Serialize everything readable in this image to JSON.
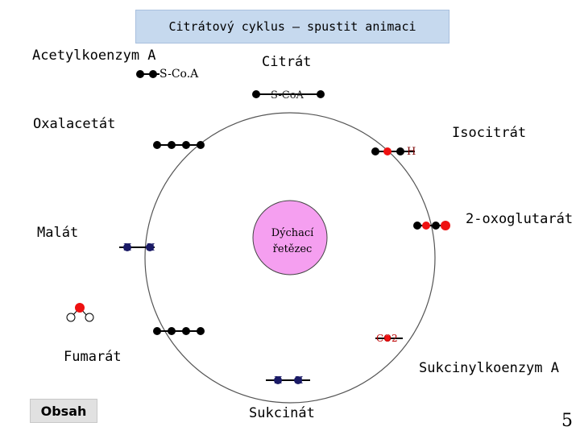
{
  "header": {
    "title": "Citrátový cyklus – spustit animaci"
  },
  "labels": {
    "acetyl": "Acetylkoenzym A",
    "citrat": "Citrát",
    "oxalacetat": "Oxalacetát",
    "isocitrat": "Isocitrát",
    "malat": "Malát",
    "oxoglutarat": "2-oxoglutarát",
    "fumarat": "Fumarát",
    "sukcinylkoa": "Sukcinylkoenzym A",
    "sukcinat": "Sukcinát",
    "dychaci": "Dýchací řetězec"
  },
  "molecule_text": {
    "scoa_acetyl": "S-Co.A",
    "scoa_citrat": "S-CoA",
    "h": "H",
    "co2": "CO2"
  },
  "nav": {
    "obsah": "Obsah",
    "page_number": "5"
  },
  "colors": {
    "title_bg": "#c6d9ee",
    "center_fill": "#f59ff0",
    "carbon": "#000000",
    "red_atom": "#ee1111",
    "blue_atom": "#1a1a66"
  }
}
